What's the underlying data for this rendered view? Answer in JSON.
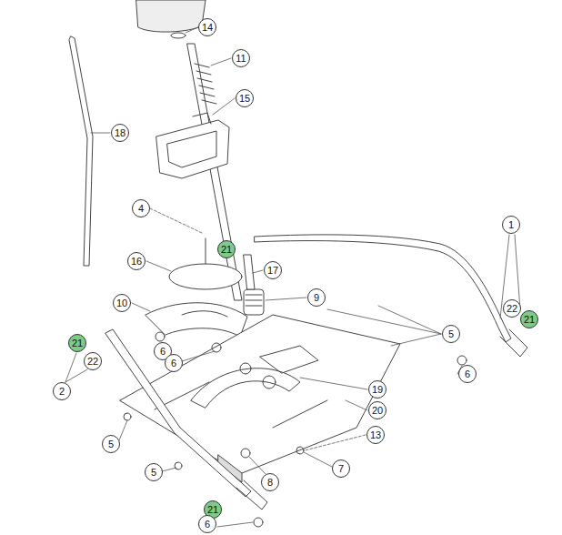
{
  "diagram": {
    "labels": [
      "14",
      "11",
      "15",
      "18",
      "4",
      "21",
      "17",
      "1",
      "16",
      "9",
      "10",
      "22",
      "21",
      "5",
      "6",
      "6",
      "21",
      "22",
      "6",
      "2",
      "19",
      "20",
      "13",
      "5",
      "5",
      "8",
      "7",
      "21",
      "6"
    ]
  }
}
